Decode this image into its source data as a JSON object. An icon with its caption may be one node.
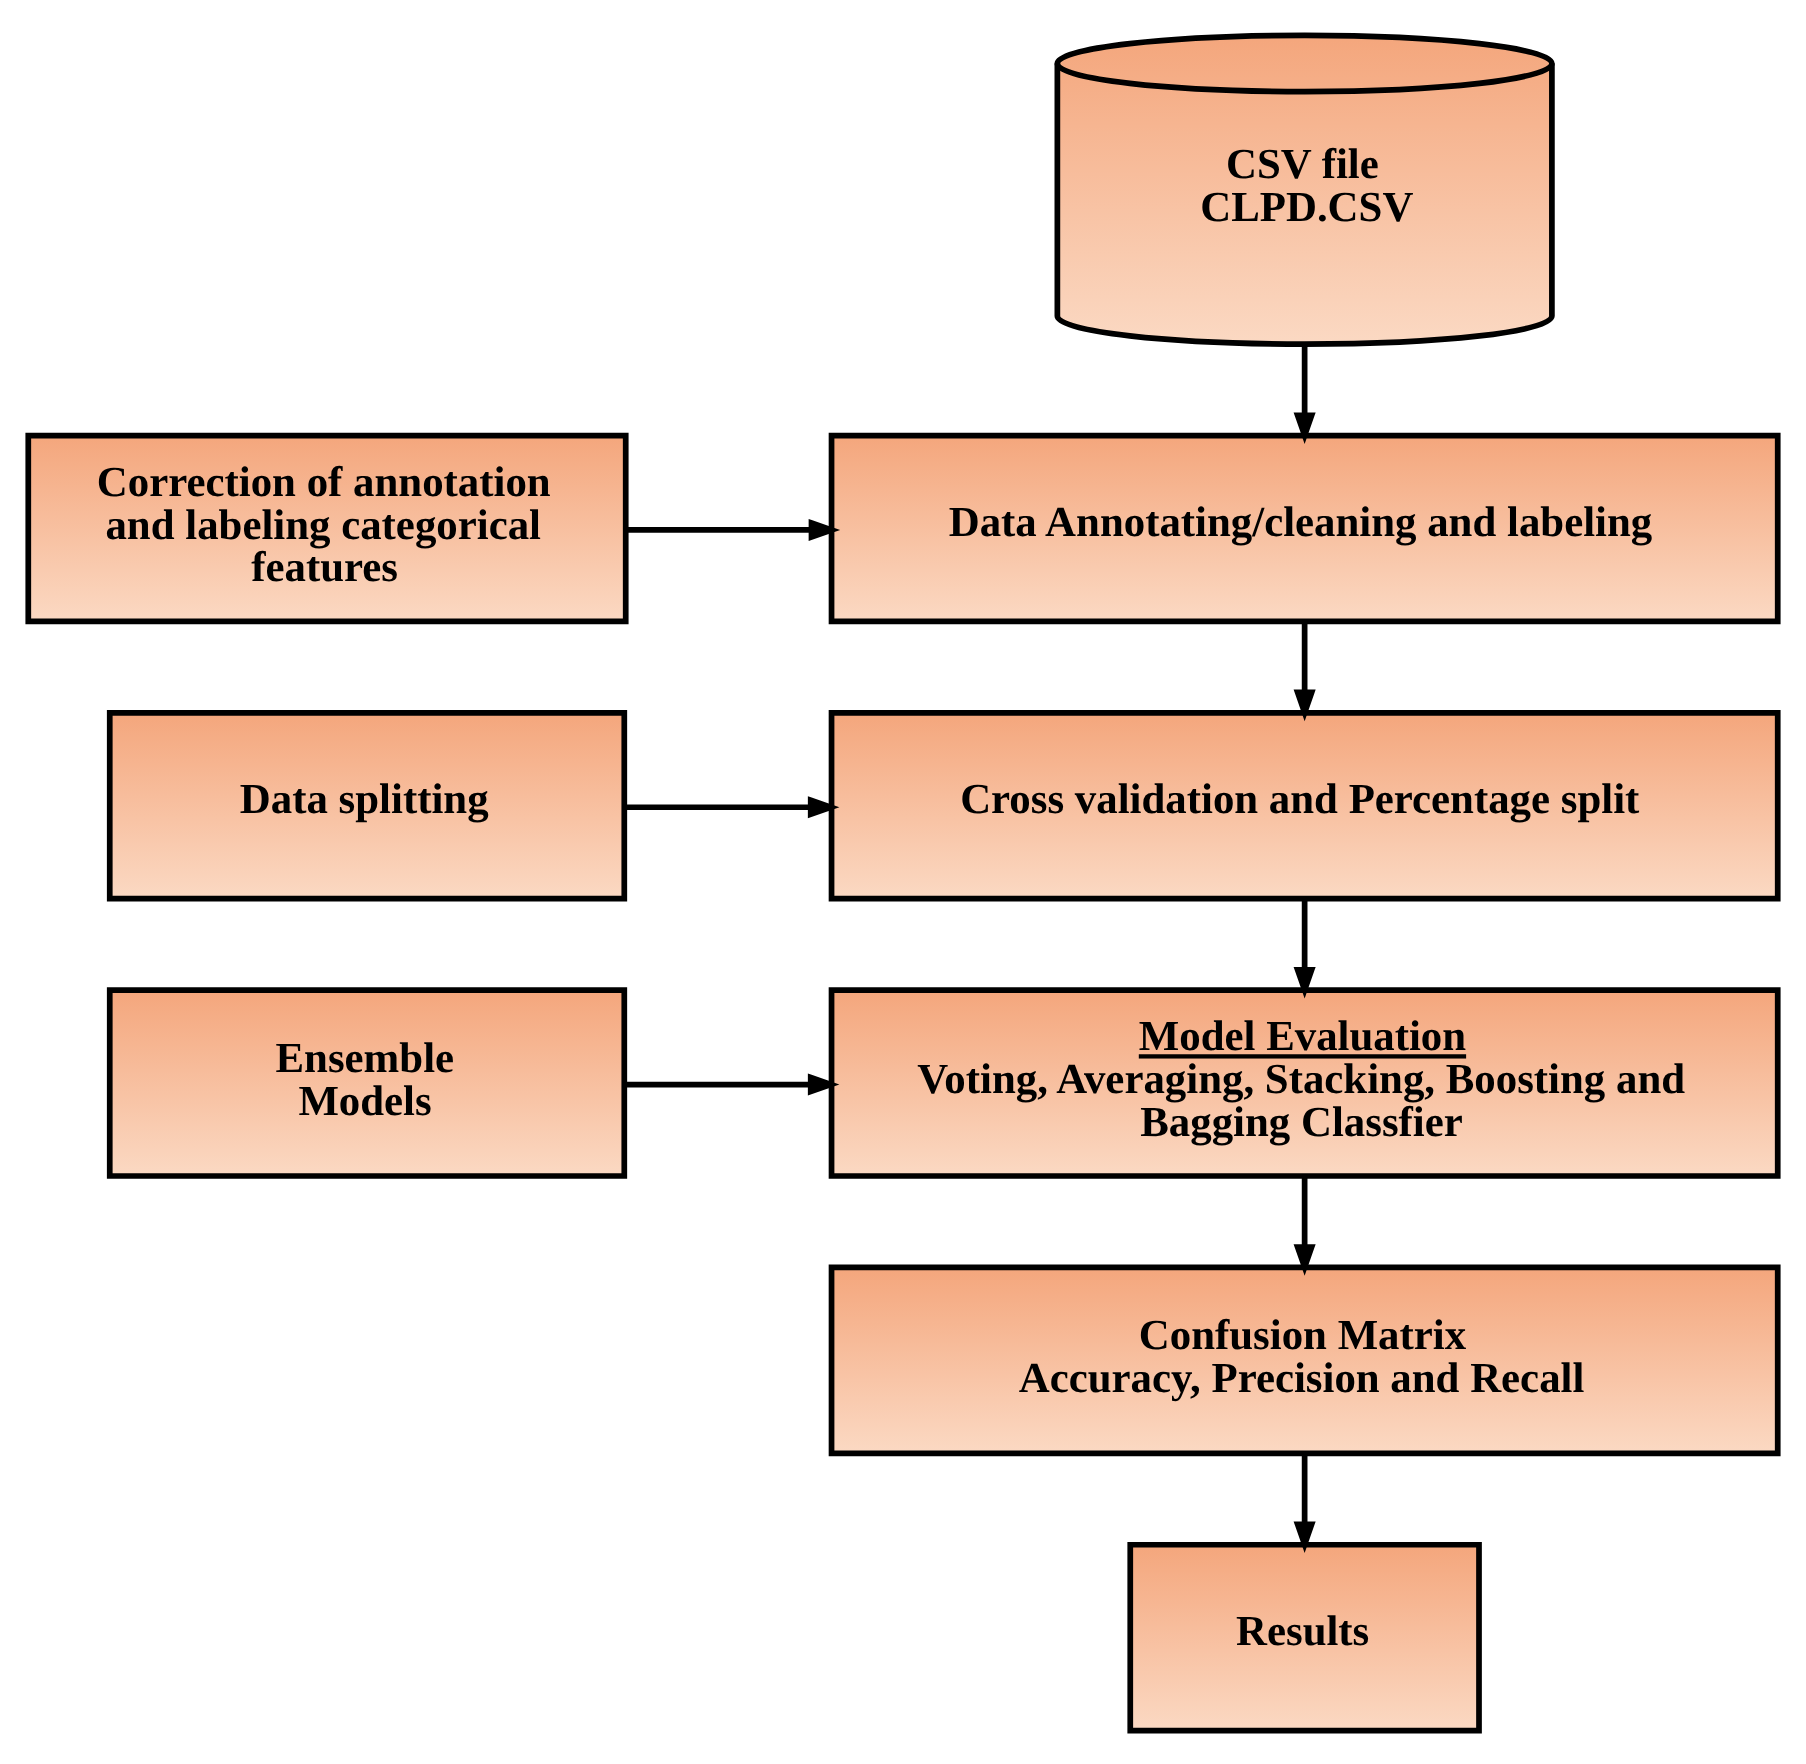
{
  "diagram": {
    "nodes": [
      {
        "text": [
          "CSV file CLPD.CSV"
        ]
      },
      {
        "text": [
          "Correction of annotation and labeling categorical features"
        ]
      },
      {
        "text": [
          "Data Annotating/cleaning and labeling"
        ]
      },
      {
        "text": [
          "Data splitting"
        ]
      },
      {
        "text": [
          "Cross validation and Percentage split"
        ]
      },
      {
        "text": [
          "Ensemble Models"
        ]
      },
      {
        "text": [
          "Model Evaluation",
          "Voting, Averaging, Stacking, Boosting and Bagging Classfier"
        ]
      },
      {
        "text": [
          "Confusion Matrix",
          "Accuracy, Precision and Recall"
        ]
      },
      {
        "text": [
          "Results"
        ]
      }
    ],
    "edges": [
      {
        "from": 0,
        "to": 2,
        "arrow": "to"
      },
      {
        "from": 1,
        "to": 2,
        "arrow": "to"
      },
      {
        "from": 2,
        "to": 4,
        "arrow": "to"
      },
      {
        "from": 3,
        "to": 4,
        "arrow": "to"
      },
      {
        "from": 4,
        "to": 6,
        "arrow": "to"
      },
      {
        "from": 5,
        "to": 6,
        "arrow": "to"
      },
      {
        "from": 6,
        "to": 7,
        "arrow": "to"
      },
      {
        "from": 7,
        "to": 8,
        "arrow": "to"
      }
    ]
  }
}
